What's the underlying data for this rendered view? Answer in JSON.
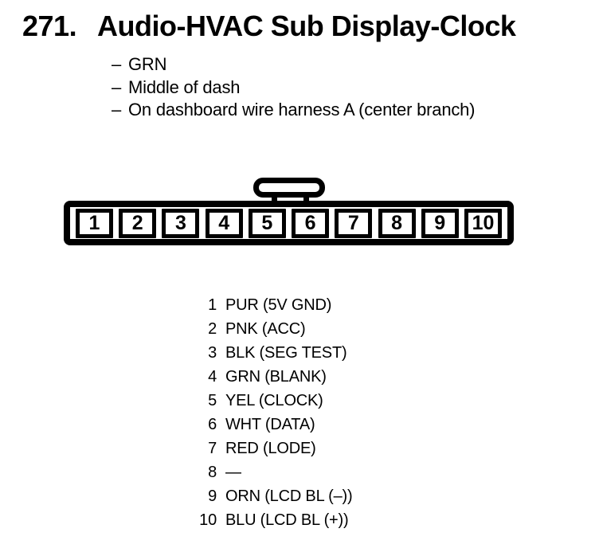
{
  "colors": {
    "ink": "#000000",
    "paper": "#ffffff"
  },
  "header": {
    "number": "271.",
    "title": "Audio-HVAC Sub Display-Clock"
  },
  "notes": {
    "prefix": "–",
    "items": [
      "GRN",
      "Middle of dash",
      "On dashboard wire harness A (center branch)"
    ]
  },
  "connector": {
    "latch": "center-tab",
    "pins": [
      "1",
      "2",
      "3",
      "4",
      "5",
      "6",
      "7",
      "8",
      "9",
      "10"
    ]
  },
  "pinout": {
    "rows": [
      {
        "pin": "1",
        "label": "PUR (5V GND)"
      },
      {
        "pin": "2",
        "label": "PNK (ACC)"
      },
      {
        "pin": "3",
        "label": "BLK (SEG TEST)"
      },
      {
        "pin": "4",
        "label": "GRN (BLANK)"
      },
      {
        "pin": "5",
        "label": "YEL (CLOCK)"
      },
      {
        "pin": "6",
        "label": "WHT (DATA)"
      },
      {
        "pin": "7",
        "label": "RED (LODE)"
      },
      {
        "pin": "8",
        "label": "—"
      },
      {
        "pin": "9",
        "label": "ORN (LCD BL (–))"
      },
      {
        "pin": "10",
        "label": "BLU (LCD BL (+))"
      }
    ]
  }
}
